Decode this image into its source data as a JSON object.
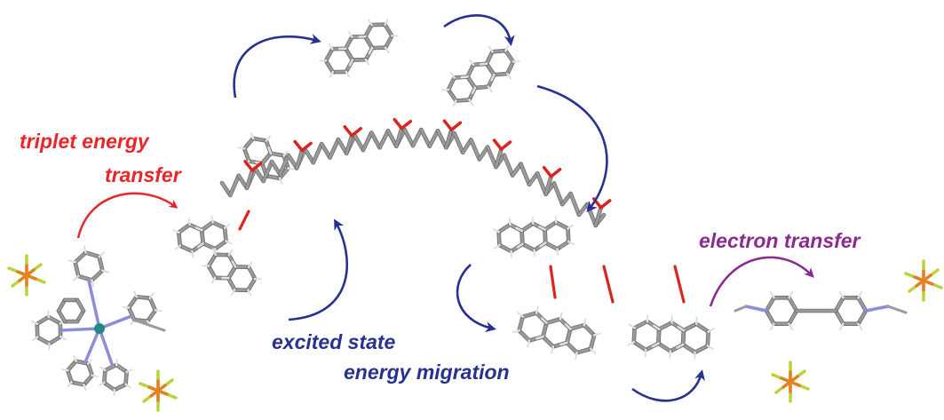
{
  "labels": {
    "triplet_line1": "triplet energy",
    "triplet_line2": "transfer",
    "excited_line1": "excited state",
    "excited_line2": "energy migration",
    "electron": "electron transfer"
  },
  "colors": {
    "triplet": "#e8262a",
    "migration": "#27318f",
    "electron": "#8b2a8f",
    "carbon": "#9a9a9a",
    "carbon_dark": "#6e6e6e",
    "hydrogen": "#eeeeee",
    "oxygen": "#d7261e",
    "nitrogen": "#8c8cd8",
    "iridium": "#1f8a86",
    "phosphorus": "#e67e22",
    "fluorine": "#b8d43a"
  },
  "structures": [
    {
      "name": "iridium-complex",
      "icon": "metal-complex-icon"
    },
    {
      "name": "polymer-backbone",
      "icon": "polymer-chain-icon"
    },
    {
      "name": "anthracene-pendant",
      "icon": "anthracene-icon"
    },
    {
      "name": "viologen-acceptor",
      "icon": "bipyridinium-icon"
    },
    {
      "name": "pf6-counterion",
      "icon": "hexafluorophosphate-icon"
    }
  ]
}
